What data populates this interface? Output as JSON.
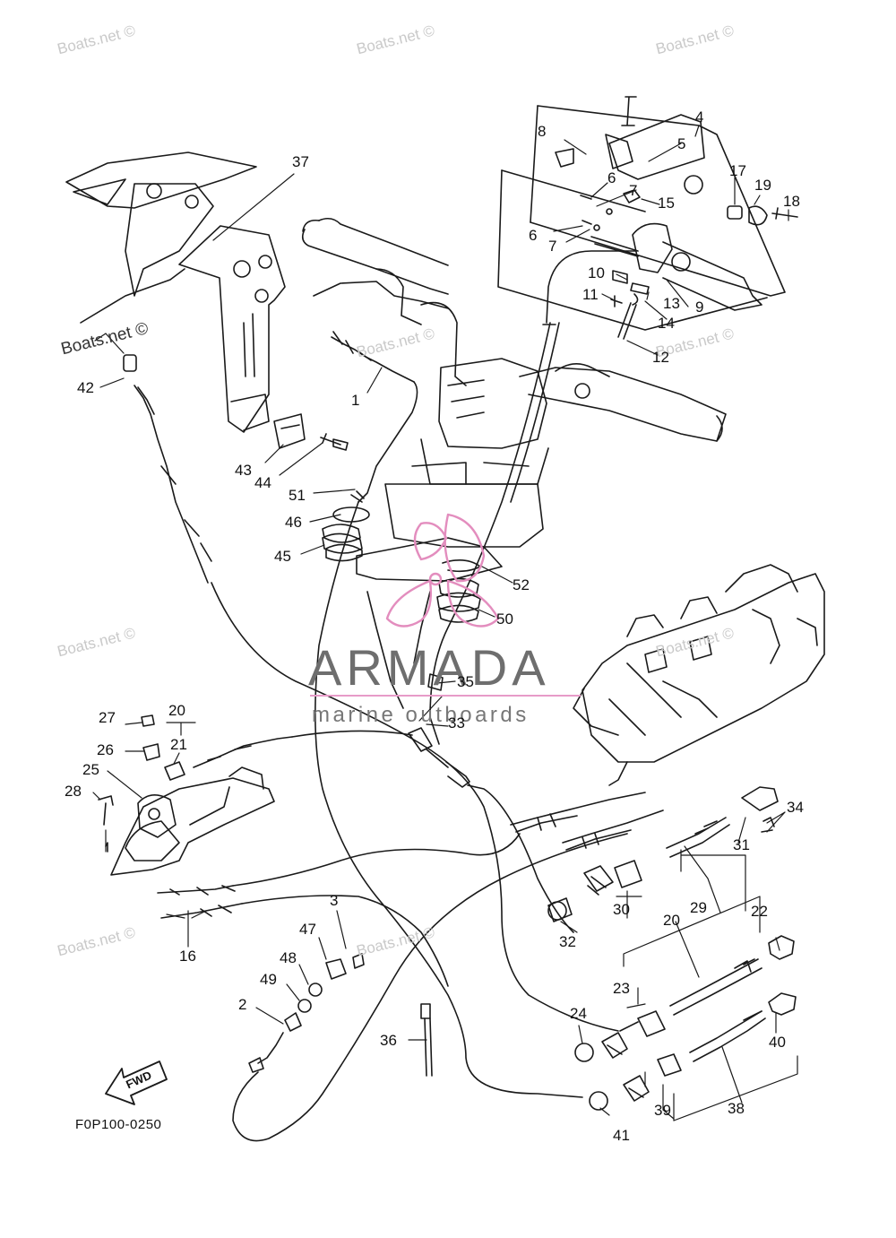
{
  "watermarks": [
    "Boats.net ©",
    "Boats.net ©",
    "Boats.net ©",
    "Boats.net ©",
    "Boats.net ©",
    "Boats.net ©",
    "Boats.net ©",
    "Boats.net ©",
    "Boats.net ©"
  ],
  "watermark_bold": "Boats.net ©",
  "brand": {
    "name": "ARMADA",
    "tagline": "marine outboards",
    "accent_color": "#e79bc8"
  },
  "fwd_label": "FWD",
  "diagram_code": "F0P100-0250",
  "callouts": [
    "1",
    "2",
    "3",
    "4",
    "5",
    "6",
    "6",
    "7",
    "7",
    "8",
    "9",
    "10",
    "11",
    "12",
    "13",
    "14",
    "15",
    "16",
    "17",
    "18",
    "19",
    "20",
    "20",
    "21",
    "22",
    "23",
    "24",
    "25",
    "26",
    "27",
    "28",
    "29",
    "30",
    "31",
    "32",
    "33",
    "34",
    "35",
    "36",
    "37",
    "38",
    "39",
    "40",
    "41",
    "42",
    "43",
    "44",
    "45",
    "46",
    "47",
    "48",
    "49",
    "50",
    "51",
    "52"
  ]
}
